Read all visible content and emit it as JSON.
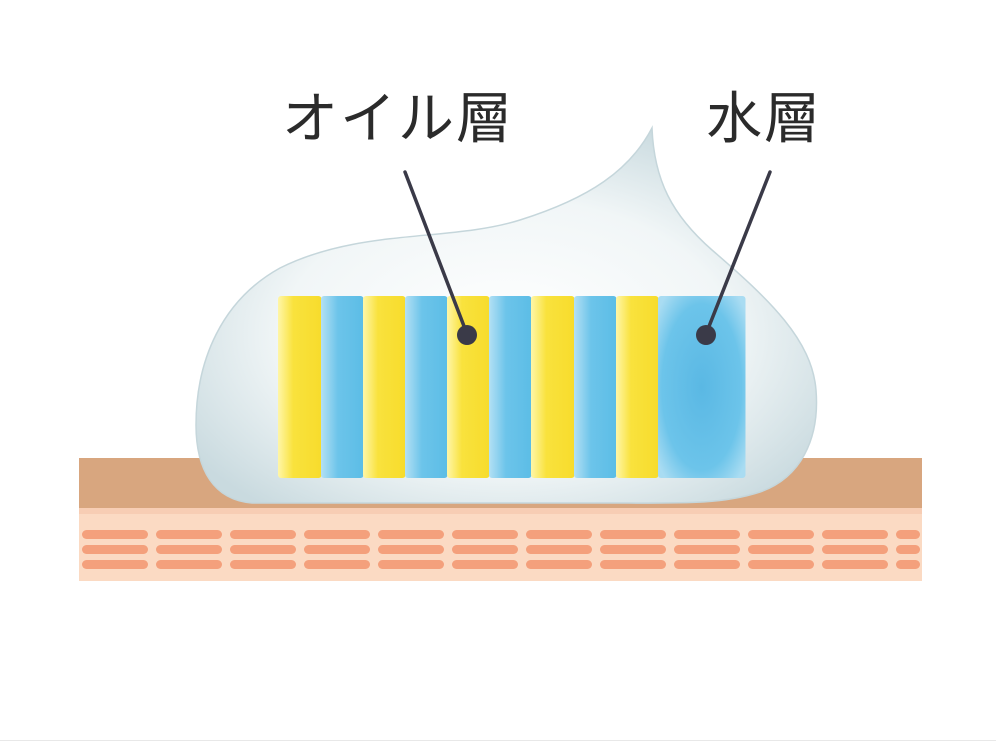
{
  "labels": {
    "oil_layer": "オイル層",
    "water_layer": "水層"
  },
  "colors": {
    "oil_layer": "#f9e23d",
    "water_layer": "#5cbde6",
    "droplet": "#dde9ec",
    "skin_surface": "#d8a67f",
    "skin_tissue": "#fbdac3",
    "skin_cells": "#f4a07c",
    "leader_line": "#3a3a48"
  },
  "layer_stack": [
    "oil",
    "water",
    "oil",
    "water",
    "oil",
    "water",
    "oil",
    "water",
    "oil",
    "water"
  ]
}
